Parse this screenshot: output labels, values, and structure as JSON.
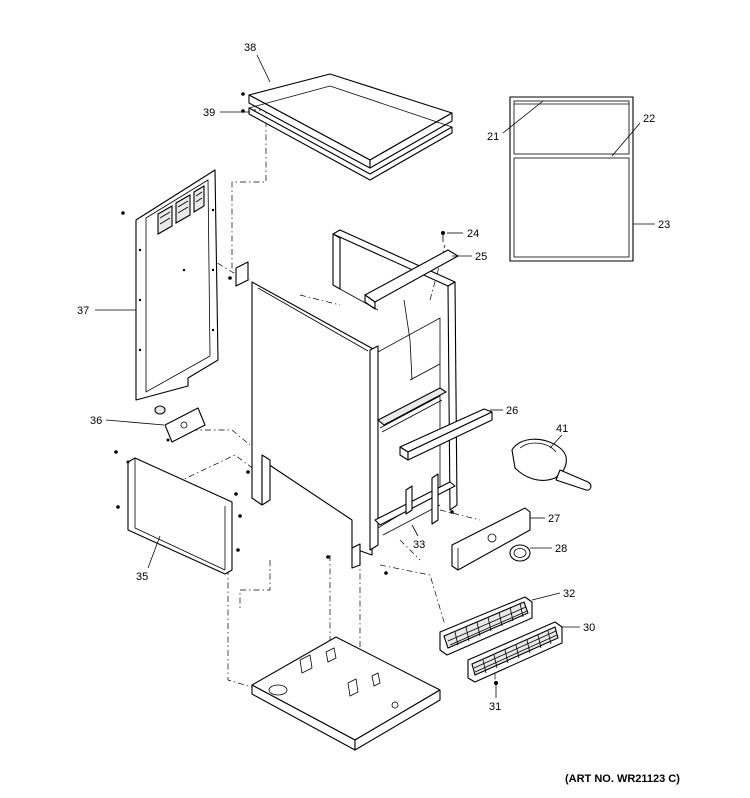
{
  "diagram": {
    "art_number": "(ART NO. WR21123 C)",
    "callouts": {
      "c21": "21",
      "c22": "22",
      "c23": "23",
      "c24": "24",
      "c25": "25",
      "c26": "26",
      "c27": "27",
      "c28": "28",
      "c30": "30",
      "c31": "31",
      "c32": "32",
      "c33": "33",
      "c35": "35",
      "c36": "36",
      "c37": "37",
      "c38": "38",
      "c39": "39",
      "c41": "41"
    }
  }
}
